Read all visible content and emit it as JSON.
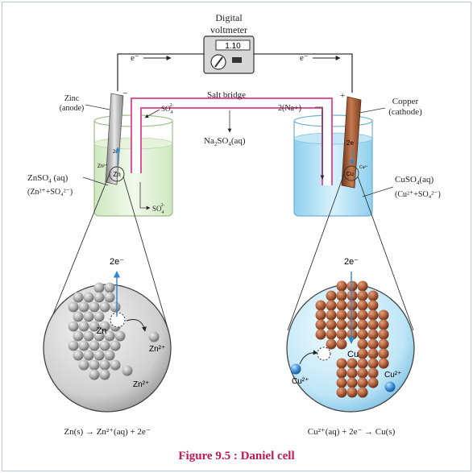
{
  "voltmeter": {
    "title_line1": "Digital",
    "title_line2": "voltmeter",
    "reading": "1.10"
  },
  "wires": {
    "left_electron": "e⁻",
    "right_electron": "e⁻",
    "minus": "−",
    "plus": "+"
  },
  "salt_bridge": {
    "title": "Salt bridge",
    "anion": "SO",
    "anion_sub": "4",
    "anion_sup": "2-",
    "cation": "2(Na+)",
    "solution_main": "Na",
    "solution_sub1": "2",
    "solution_mid": "SO",
    "solution_sub2": "4",
    "solution_tail": "(aq)"
  },
  "anode": {
    "label_line1": "Zinc",
    "label_line2": "(anode)",
    "electrolyte_main": "ZnSO",
    "electrolyte_sub": "4",
    "electrolyte_tail": " (aq)",
    "ions": "(Zn²⁺+SO₄²⁻)",
    "atom": "Zn",
    "ion": "Zn²⁺",
    "electrons": "2e",
    "sulfate": "SO",
    "sulfate_sub": "4",
    "sulfate_sup": "2-"
  },
  "cathode": {
    "label_line1": "Copper",
    "label_line2": "(cathode)",
    "electrolyte_main": "CuSO",
    "electrolyte_sub": "4",
    "electrolyte_tail": "(aq)",
    "ions": "(Cu²⁺+SO₄²⁻)",
    "electrons": "2e",
    "ion": "Cu²⁺",
    "atom": "Cu"
  },
  "zoom_left": {
    "electrons": "2e⁻",
    "atom": "Zn",
    "ion1": "Zn²⁺",
    "ion2": "Zn²⁺",
    "equation": "Zn(s) → Zn²⁺(aq) + 2e⁻"
  },
  "zoom_right": {
    "electrons": "2e⁻",
    "atom": "Cu",
    "ion1": "Cu²⁺",
    "ion2": "Cu²⁺",
    "equation": "Cu²⁺(aq) + 2e⁻ → Cu(s)"
  },
  "caption": "Figure  9.5 : Daniel cell",
  "colors": {
    "caption": "#c2185b",
    "salt_bridge": "#e0559a",
    "zinc_solution": "#dcefd0",
    "copper_solution": "#a8dcf2",
    "copper_atom": "#b5643e",
    "zinc_atom": "#b3b3b3",
    "cu_ion": "#3d8fd6"
  }
}
